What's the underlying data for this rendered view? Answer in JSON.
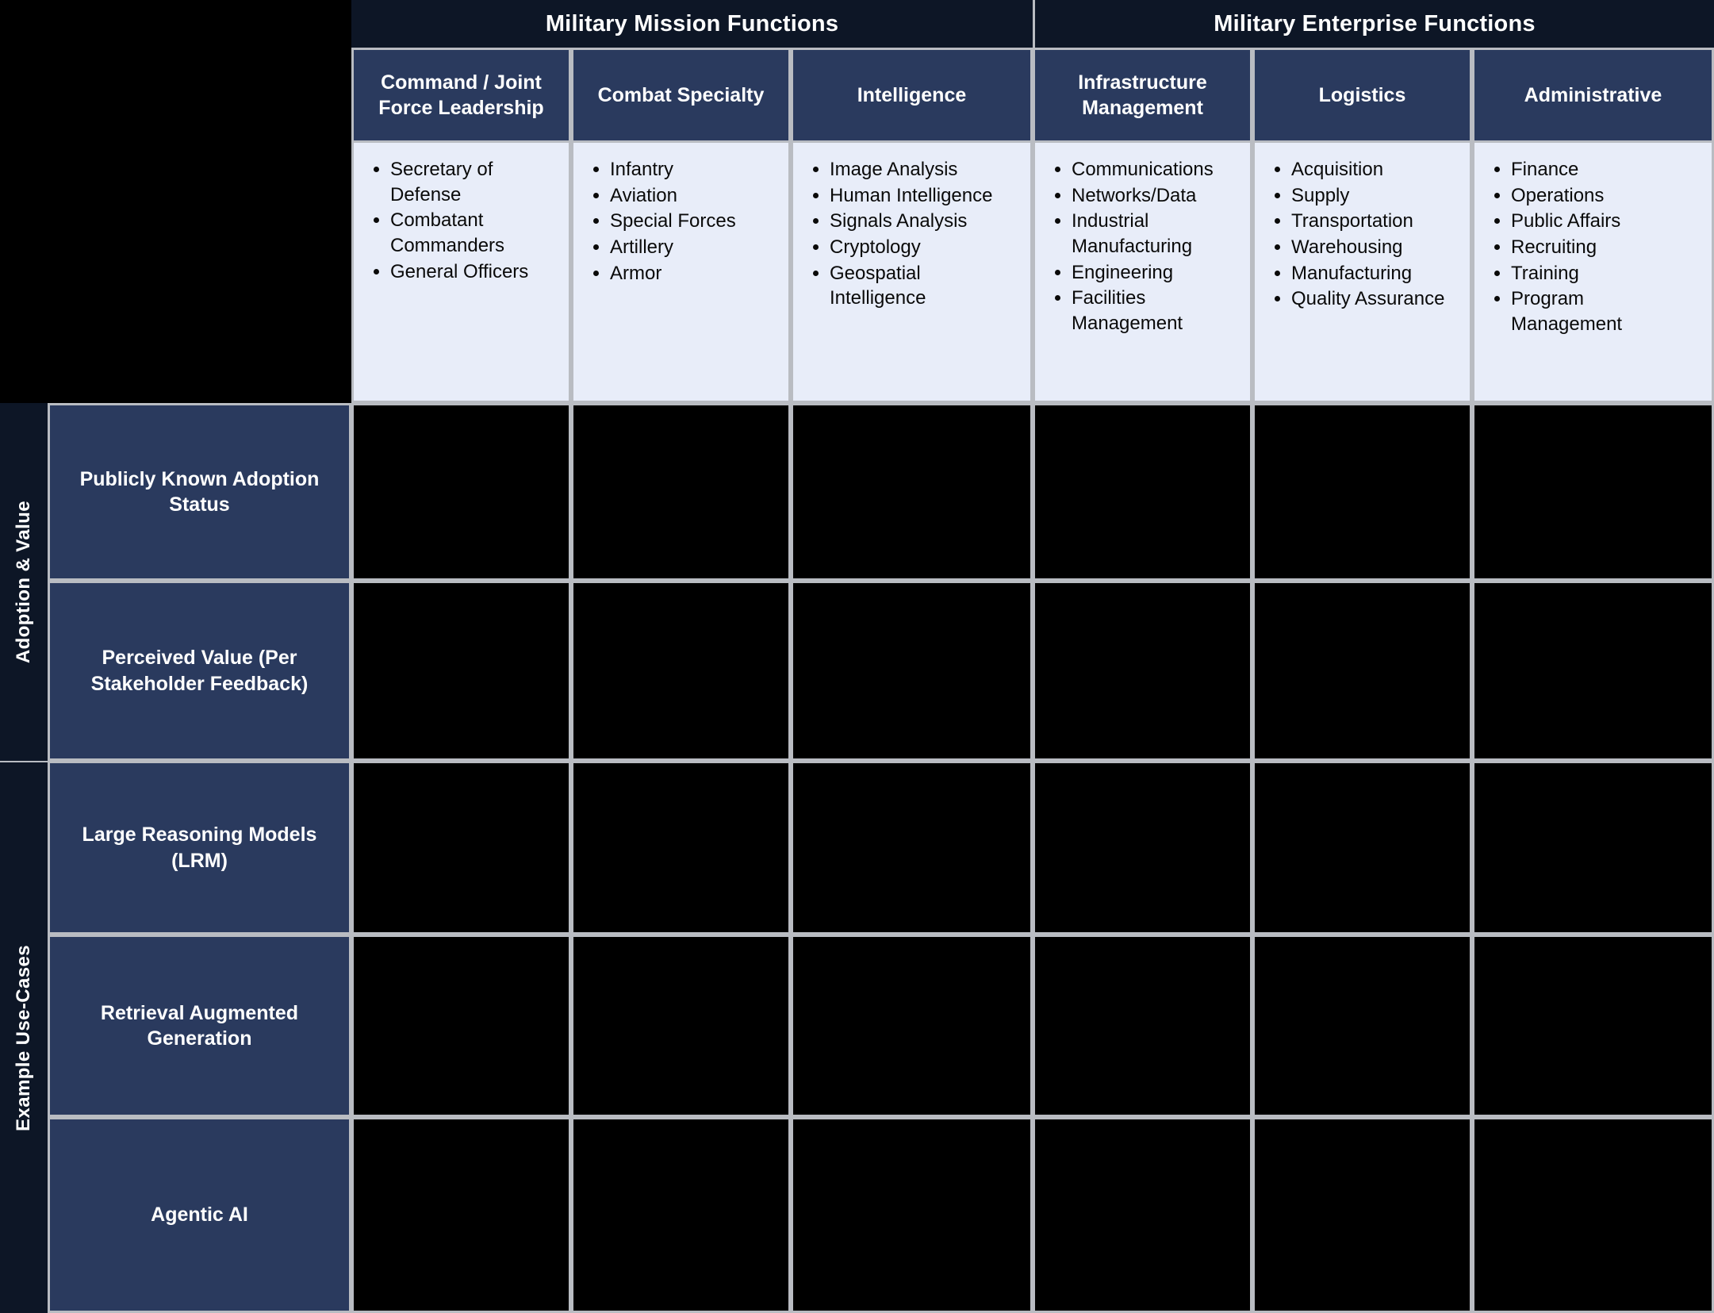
{
  "colors": {
    "band_navy": "#0d1626",
    "header_blue": "#2a3a5e",
    "panel_light": "#e8edf9",
    "grid_line": "#b9bcc2",
    "cell_black": "#000000",
    "text_light": "#ffffff",
    "text_dark": "#0a0a0a"
  },
  "column_groups": [
    {
      "label": "Military Mission Functions",
      "span": 3
    },
    {
      "label": "Military Enterprise Functions",
      "span": 3
    }
  ],
  "columns": [
    {
      "header": "Command / Joint Force Leadership",
      "items": [
        "Secretary of Defense",
        "Combatant Commanders",
        "General Officers"
      ]
    },
    {
      "header": "Combat Specialty",
      "items": [
        "Infantry",
        "Aviation",
        "Special Forces",
        "Artillery",
        "Armor"
      ]
    },
    {
      "header": "Intelligence",
      "items": [
        "Image Analysis",
        "Human Intelligence",
        "Signals Analysis",
        "Cryptology",
        "Geospatial Intelligence"
      ]
    },
    {
      "header": "Infrastructure Management",
      "items": [
        "Communications",
        "Networks/Data",
        "Industrial Manufacturing",
        "Engineering",
        "Facilities Management"
      ]
    },
    {
      "header": "Logistics",
      "items": [
        "Acquisition",
        "Supply",
        "Transportation",
        "Warehousing",
        "Manufacturing",
        "Quality Assurance"
      ]
    },
    {
      "header": "Administrative",
      "items": [
        "Finance",
        "Operations",
        "Public Affairs",
        "Recruiting",
        "Training",
        "Program Management"
      ]
    }
  ],
  "row_groups": [
    {
      "label": "Adoption & Value",
      "span": 2
    },
    {
      "label": "Example Use-Cases",
      "span": 3
    }
  ],
  "rows": [
    {
      "label": "Publicly Known Adoption Status"
    },
    {
      "label": "Perceived Value (Per Stakeholder Feedback)"
    },
    {
      "label": "Large Reasoning Models (LRM)"
    },
    {
      "label": "Retrieval Augmented Generation"
    },
    {
      "label": "Agentic AI"
    }
  ],
  "cells": {
    "values": [
      [
        "",
        "",
        "",
        "",
        "",
        ""
      ],
      [
        "",
        "",
        "",
        "",
        "",
        ""
      ],
      [
        "",
        "",
        "",
        "",
        "",
        ""
      ],
      [
        "",
        "",
        "",
        "",
        "",
        ""
      ],
      [
        "",
        "",
        "",
        "",
        "",
        ""
      ]
    ]
  }
}
